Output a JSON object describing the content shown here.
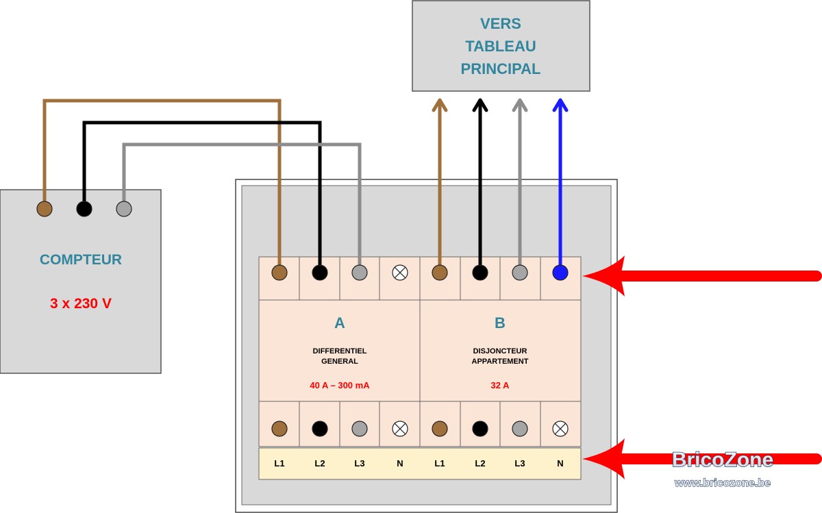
{
  "tableau": {
    "line1": "VERS",
    "line2": "TABLEAU",
    "line3": "PRINCIPAL"
  },
  "compteur": {
    "title": "COMPTEUR",
    "voltage": "3 x 230 V"
  },
  "module_a": {
    "letter": "A",
    "name1": "DIFFERENTIEL",
    "name2": "GENERAL",
    "rating": "40 A – 300 mA"
  },
  "module_b": {
    "letter": "B",
    "name1": "DISJONCTEUR",
    "name2": "APPARTEMENT",
    "rating": "32 A"
  },
  "phase_labels": [
    "L1",
    "L2",
    "L3",
    "N",
    "L1",
    "L2",
    "L3",
    "N"
  ],
  "watermark": {
    "brand": "BricoZone",
    "url": "www.bricozone.be"
  },
  "colors": {
    "brown": "#a0703c",
    "black": "#000000",
    "gray": "#8c8c8c",
    "blue": "#1a1aff",
    "red": "#ff0000",
    "label_teal": "#31859c",
    "module_fill": "#fbe5d6",
    "label_strip": "#fdf2cc",
    "enclosure": "#d9d9d9"
  }
}
